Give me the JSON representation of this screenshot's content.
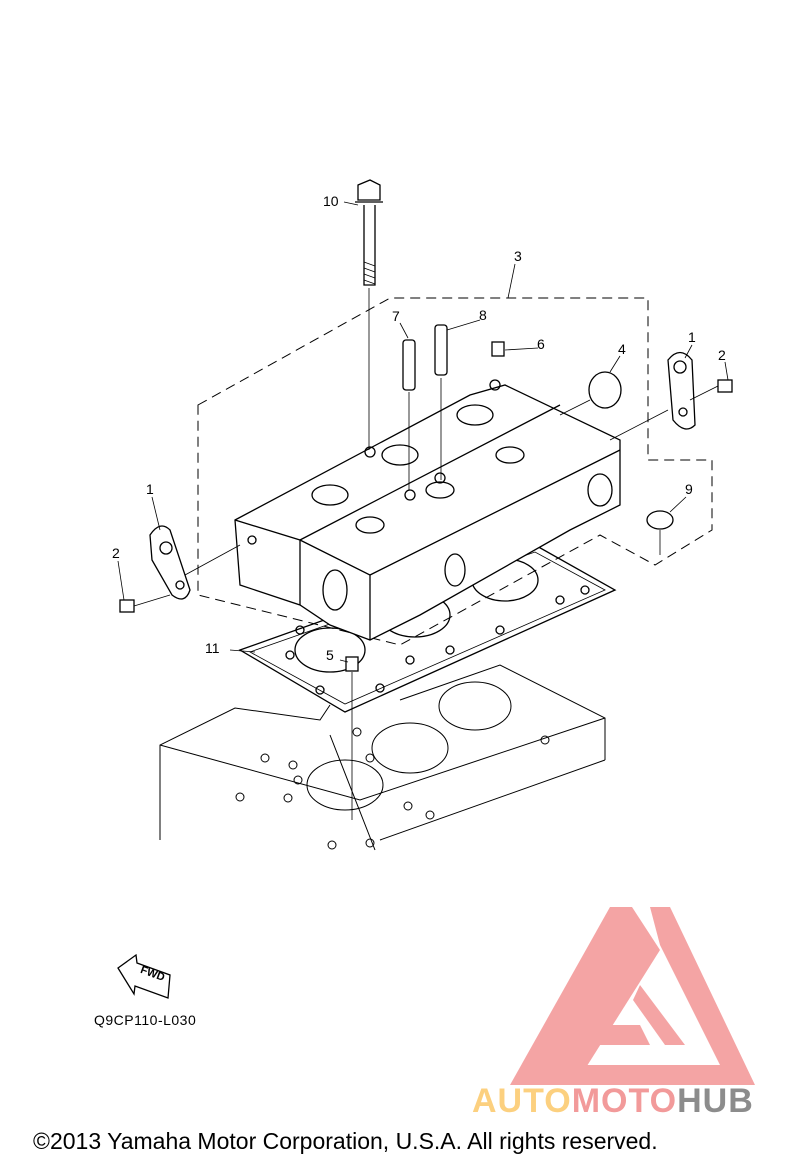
{
  "callouts": {
    "c10": "10",
    "c3": "3",
    "c7": "7",
    "c8": "8",
    "c6": "6",
    "c4": "4",
    "c1_right": "1",
    "c2_right": "2",
    "c1_left": "1",
    "c2_left": "2",
    "c9": "9",
    "c11": "11",
    "c5": "5"
  },
  "fwd_label": "FWD",
  "diagram_ref": "Q9CP110-L030",
  "watermark": {
    "part1": "AUTO",
    "part2": "MOTO",
    "part3": "HUB",
    "colors": {
      "auto": "#fcd07f",
      "moto": "#f29a9a",
      "hub": "#8c8c8c",
      "triangle": "#f4a0a0"
    }
  },
  "copyright": "©2013 Yamaha Motor Corporation, U.S.A. All rights reserved."
}
